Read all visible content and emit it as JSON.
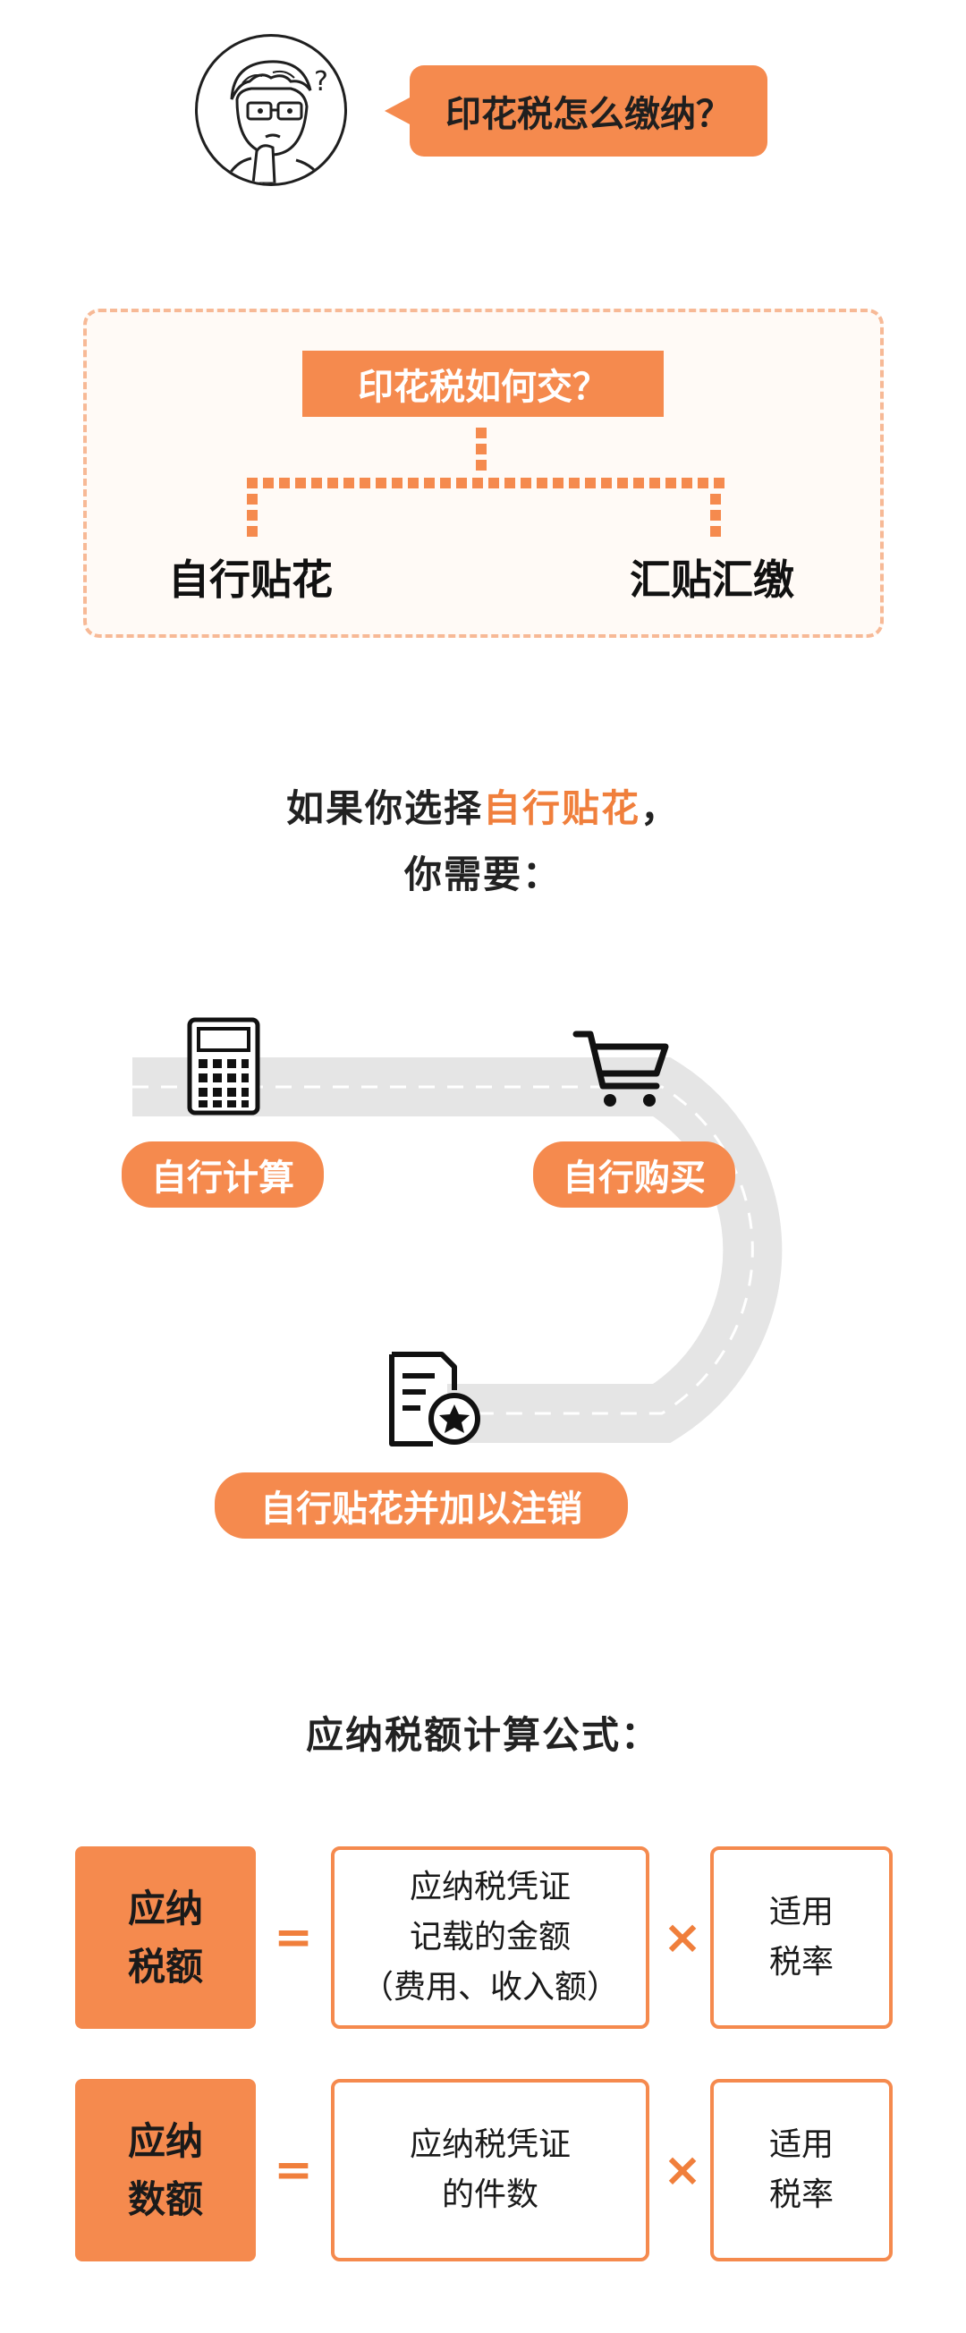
{
  "header": {
    "question": "印花税怎么缴纳？"
  },
  "how_box": {
    "title": "印花税如何交？",
    "left_method": "自行贴花",
    "right_method": "汇贴汇缴"
  },
  "intro": {
    "prefix": "如果你选择",
    "highlight": "自行贴花",
    "suffix": "，",
    "line2": "你需要："
  },
  "steps": [
    {
      "label": "自行计算",
      "icon": "calculator-icon"
    },
    {
      "label": "自行购买",
      "icon": "shopping-cart-icon"
    },
    {
      "label": "自行贴花并加以注销",
      "icon": "document-star-icon"
    }
  ],
  "formula": {
    "title": "应纳税额计算公式：",
    "rows": [
      {
        "result": "应纳\n税额",
        "equals": "=",
        "base": "应纳税凭证\n记载的金额\n（费用、收入额）",
        "times": "×",
        "rate": "适用\n税率"
      },
      {
        "result": "应纳\n数额",
        "equals": "=",
        "base": "应纳税凭证\n的件数",
        "times": "×",
        "rate": "适用\n税率"
      }
    ]
  },
  "colors": {
    "accent": "#f58a4e",
    "road": "#e5e5e5",
    "text": "#1f1f1f"
  }
}
